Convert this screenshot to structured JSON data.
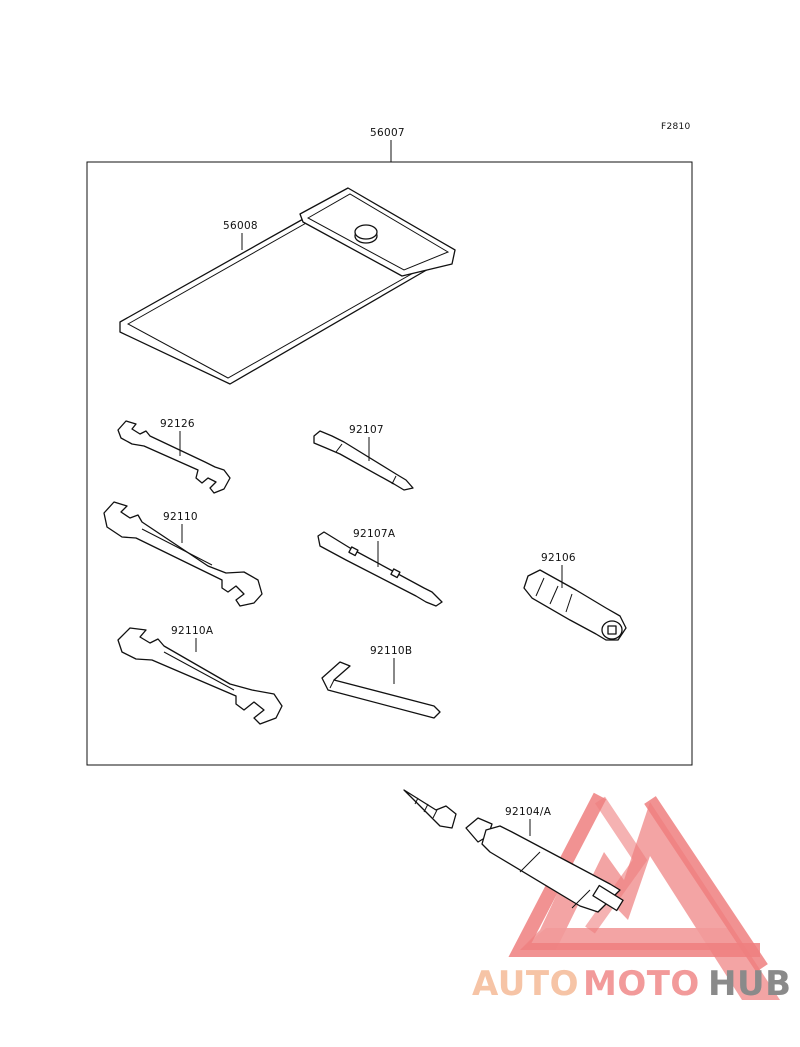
{
  "figure_code": "F2810",
  "kit_label": "56007",
  "parts": [
    {
      "id": "pouch",
      "label": "56008"
    },
    {
      "id": "wrench-small",
      "label": "92126"
    },
    {
      "id": "wrench-medium",
      "label": "92110"
    },
    {
      "id": "wrench-large",
      "label": "92110A"
    },
    {
      "id": "screwdriver-bit",
      "label": "92107"
    },
    {
      "id": "screwdriver-bit-a",
      "label": "92107A"
    },
    {
      "id": "handle",
      "label": "92106"
    },
    {
      "id": "hex-key",
      "label": "92110B"
    },
    {
      "id": "tube",
      "label": "92104/A"
    }
  ],
  "watermark": {
    "part1": "AUTO",
    "part2": "MOTO",
    "part3": "HUB",
    "colors": {
      "auto": "#f6c4a6",
      "moto": "#f29a9a",
      "hub": "#8a8a8a",
      "triangle": "#ef7f7f"
    }
  }
}
